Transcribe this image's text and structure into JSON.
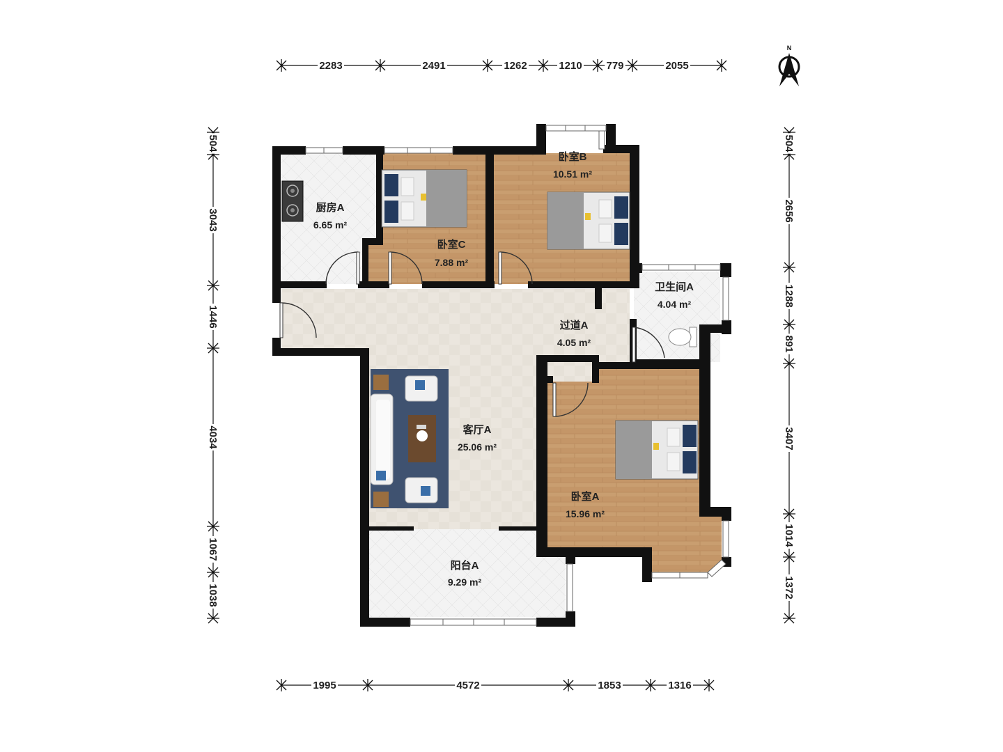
{
  "compass": {
    "label": "N"
  },
  "rooms": {
    "kitchen": {
      "name": "厨房A",
      "area": "6.65 m²"
    },
    "bedroomC": {
      "name": "卧室C",
      "area": "7.88 m²"
    },
    "bedroomB": {
      "name": "卧室B",
      "area": "10.51 m²"
    },
    "bathroom": {
      "name": "卫生间A",
      "area": "4.04 m²"
    },
    "corridor": {
      "name": "过道A",
      "area": "4.05 m²"
    },
    "living": {
      "name": "客厅A",
      "area": "25.06 m²"
    },
    "bedroomA": {
      "name": "卧室A",
      "area": "15.96 m²"
    },
    "balcony": {
      "name": "阳台A",
      "area": "9.29 m²"
    }
  },
  "dimensions": {
    "top": [
      "2283",
      "2491",
      "1262",
      "1210",
      "779",
      "2055"
    ],
    "bottom": [
      "1995",
      "4572",
      "1853",
      "1316"
    ],
    "left": [
      "504",
      "3043",
      "1446",
      "4034",
      "1067",
      "1038"
    ],
    "right": [
      "504",
      "2656",
      "1288",
      "891",
      "3407",
      "1014",
      "1372"
    ]
  },
  "colors": {
    "wall": "#111111",
    "wood": "#c49a6c",
    "tile": "#f1f1f1",
    "living_floor": "#ebe6de",
    "rug": "#3f5270",
    "bed_linen": "#9a9a9a",
    "pillow": "#233a5e"
  }
}
